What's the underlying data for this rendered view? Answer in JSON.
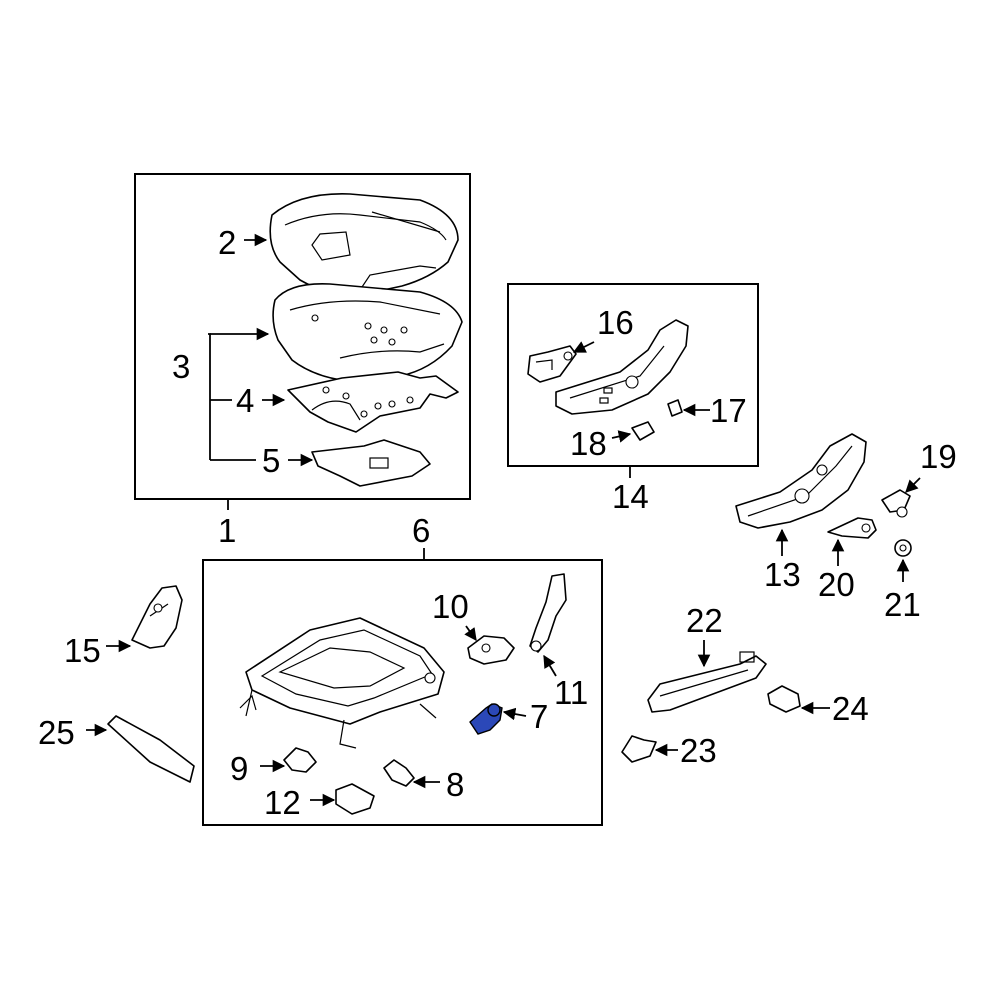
{
  "callouts": {
    "c1": "1",
    "c2": "2",
    "c3": "3",
    "c4": "4",
    "c5": "5",
    "c6": "6",
    "c7": "7",
    "c8": "8",
    "c9": "9",
    "c10": "10",
    "c11": "11",
    "c12": "12",
    "c13": "13",
    "c14": "14",
    "c15": "15",
    "c16": "16",
    "c17": "17",
    "c18": "18",
    "c19": "19",
    "c20": "20",
    "c21": "21",
    "c22": "22",
    "c23": "23",
    "c24": "24",
    "c25": "25"
  },
  "highlight": {
    "part": "7",
    "color": "#2b48b8"
  },
  "colors": {
    "line": "#000000",
    "background": "#ffffff"
  }
}
